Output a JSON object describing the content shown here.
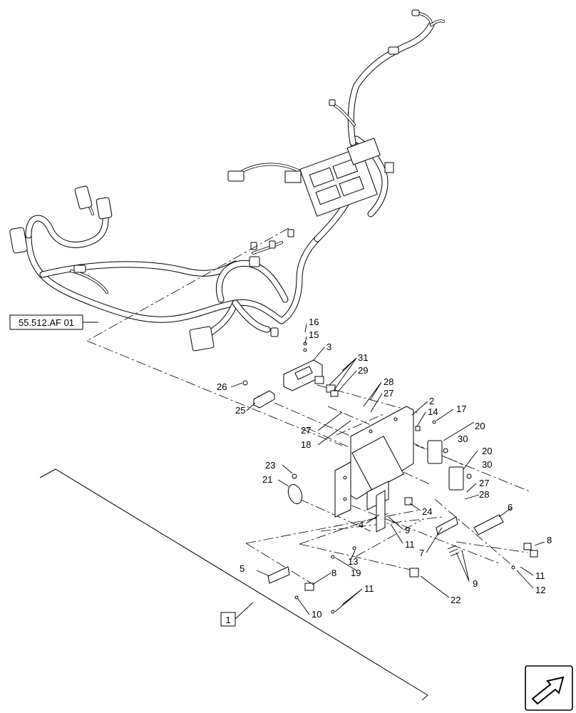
{
  "diagram": {
    "reference_label": "55.512.AF 01",
    "group_label": "1",
    "callouts": [
      {
        "id": "c16",
        "text": "16"
      },
      {
        "id": "c15",
        "text": "15"
      },
      {
        "id": "c3",
        "text": "3"
      },
      {
        "id": "c31",
        "text": "31"
      },
      {
        "id": "c29",
        "text": "29"
      },
      {
        "id": "c28a",
        "text": "28"
      },
      {
        "id": "c27a",
        "text": "27"
      },
      {
        "id": "c26",
        "text": "26"
      },
      {
        "id": "c25",
        "text": "25"
      },
      {
        "id": "c2",
        "text": "2"
      },
      {
        "id": "c14",
        "text": "14"
      },
      {
        "id": "c17",
        "text": "17"
      },
      {
        "id": "c27b",
        "text": "27"
      },
      {
        "id": "c18",
        "text": "18"
      },
      {
        "id": "c20a",
        "text": "20"
      },
      {
        "id": "c30a",
        "text": "30"
      },
      {
        "id": "c20b",
        "text": "20"
      },
      {
        "id": "c30b",
        "text": "30"
      },
      {
        "id": "c23",
        "text": "23"
      },
      {
        "id": "c21",
        "text": "21"
      },
      {
        "id": "c27c",
        "text": "27"
      },
      {
        "id": "c28b",
        "text": "28"
      },
      {
        "id": "c6",
        "text": "6"
      },
      {
        "id": "c24",
        "text": "24"
      },
      {
        "id": "c4",
        "text": "4"
      },
      {
        "id": "c9a",
        "text": "9"
      },
      {
        "id": "c11a",
        "text": "11"
      },
      {
        "id": "c7",
        "text": "7"
      },
      {
        "id": "c8a",
        "text": "8"
      },
      {
        "id": "c13",
        "text": "13"
      },
      {
        "id": "c19",
        "text": "19"
      },
      {
        "id": "c5",
        "text": "5"
      },
      {
        "id": "c8b",
        "text": "8"
      },
      {
        "id": "c9b",
        "text": "9"
      },
      {
        "id": "c11b",
        "text": "11"
      },
      {
        "id": "c12",
        "text": "12"
      },
      {
        "id": "c11c",
        "text": "11"
      },
      {
        "id": "c10",
        "text": "10"
      },
      {
        "id": "c22",
        "text": "22"
      }
    ]
  }
}
